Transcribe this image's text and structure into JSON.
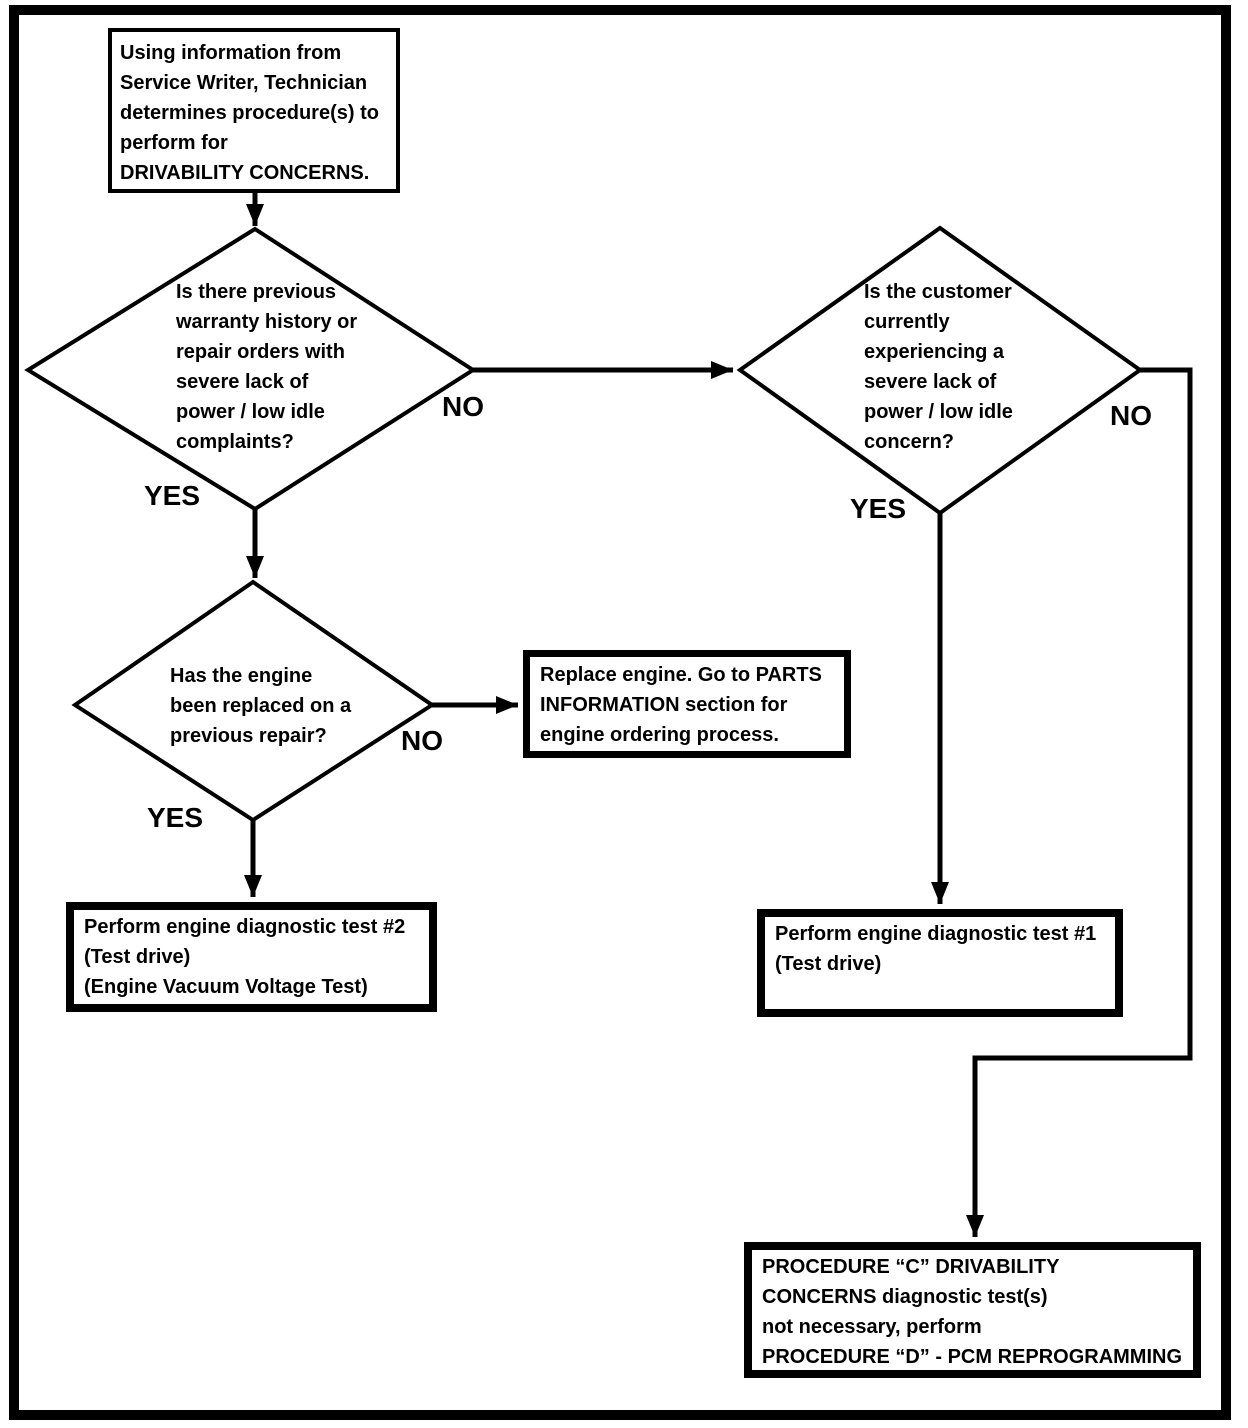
{
  "page": {
    "background_color": "#ffffff",
    "line_color": "#000000"
  },
  "nodes": {
    "start": {
      "text": "Using information from\nService Writer, Technician\ndetermines procedure(s) to\nperform for\nDRIVABILITY CONCERNS."
    },
    "decision_warranty": {
      "question": "Is there previous\nwarranty history or\nrepair orders with\nsevere lack of\npower / low idle\ncomplaints?",
      "yes_label": "YES",
      "no_label": "NO"
    },
    "decision_customer": {
      "question": "Is the customer\ncurrently\nexperiencing a\nsevere lack of\npower / low idle\nconcern?",
      "yes_label": "YES",
      "no_label": "NO"
    },
    "decision_engine_replaced": {
      "question": "Has the engine\nbeen replaced on a\nprevious repair?",
      "yes_label": "YES",
      "no_label": "NO"
    },
    "replace_engine": {
      "text": "Replace engine. Go to PARTS\nINFORMATION section for\nengine ordering process."
    },
    "test2": {
      "text": "Perform engine diagnostic test #2\n(Test drive)\n(Engine Vacuum Voltage Test)"
    },
    "test1": {
      "text": "Perform engine diagnostic test #1\n(Test drive)"
    },
    "procedure_c": {
      "text": "PROCEDURE “C” DRIVABILITY\nCONCERNS diagnostic test(s)\nnot necessary, perform\nPROCEDURE “D” - PCM REPROGRAMMING"
    }
  }
}
